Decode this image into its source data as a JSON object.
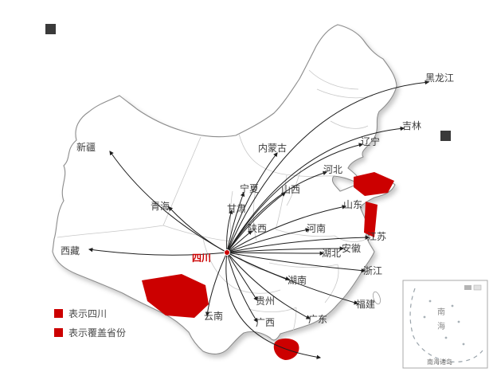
{
  "map": {
    "provinces": [
      {
        "name": "新疆"
      },
      {
        "name": "青海"
      },
      {
        "name": "西藏"
      },
      {
        "name": "内蒙古"
      },
      {
        "name": "宁夏"
      },
      {
        "name": "甘肃"
      },
      {
        "name": "陕西"
      },
      {
        "name": "山西"
      },
      {
        "name": "河北"
      },
      {
        "name": "辽宁"
      },
      {
        "name": "吉林"
      },
      {
        "name": "黑龙江"
      },
      {
        "name": "山东"
      },
      {
        "name": "河南"
      },
      {
        "name": "江苏"
      },
      {
        "name": "安徽"
      },
      {
        "name": "湖北"
      },
      {
        "name": "浙江"
      },
      {
        "name": "湖南"
      },
      {
        "name": "福建"
      },
      {
        "name": "贵州"
      },
      {
        "name": "广西"
      },
      {
        "name": "广东"
      },
      {
        "name": "云南"
      },
      {
        "name": "四川"
      }
    ],
    "legend": {
      "items": [
        {
          "label": "表示四川"
        },
        {
          "label": "表示覆盖省份"
        }
      ]
    },
    "inset": {
      "sea_chars": [
        "南",
        "海"
      ],
      "islands_label": "南海诸岛"
    },
    "colors": {
      "highlight": "#cc0000",
      "arrow": "#1e1e1e",
      "coast": "#8c8c8c"
    }
  }
}
